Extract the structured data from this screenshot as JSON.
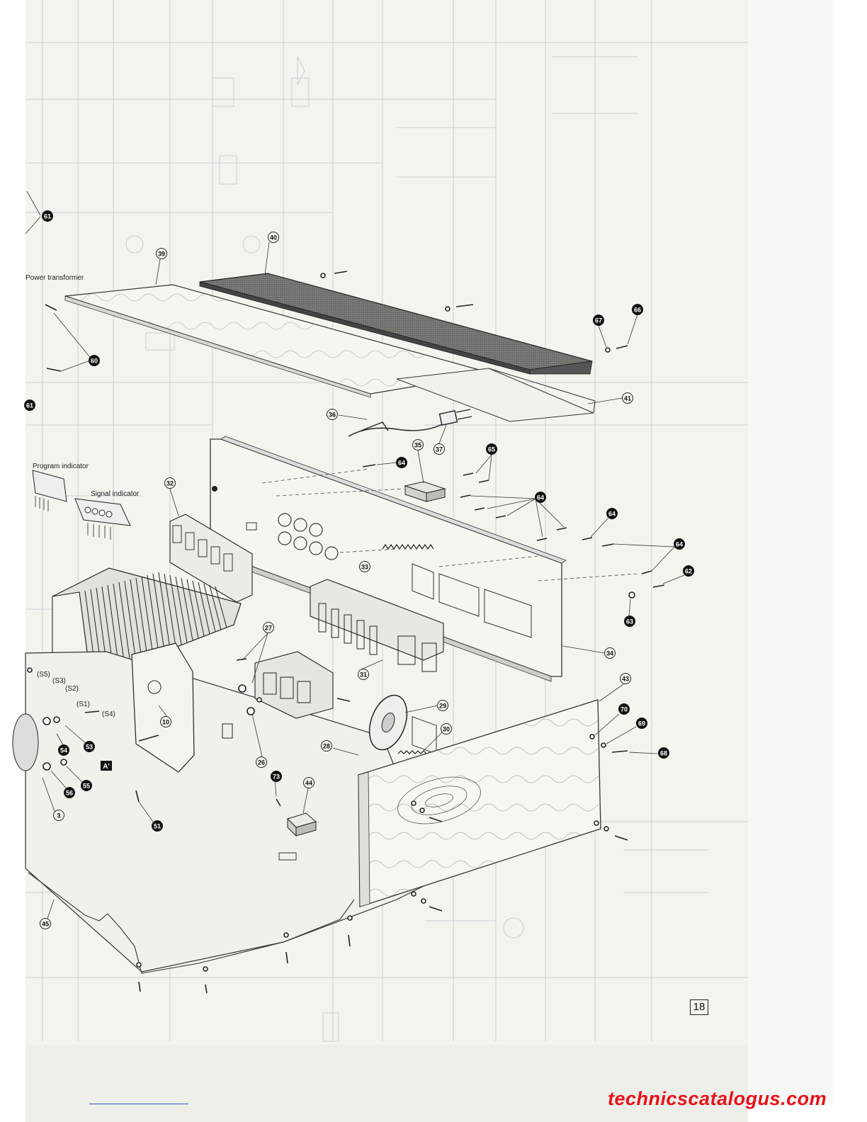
{
  "labels": {
    "power_transformer": "Power transformer",
    "program_indicator": "Program indicator",
    "signal_indicator": "Signal indicator"
  },
  "callouts": [
    {
      "id": "c61a",
      "text": "61",
      "filled": true
    },
    {
      "id": "c61b",
      "text": "61",
      "filled": true
    },
    {
      "id": "c60",
      "text": "60",
      "filled": true
    },
    {
      "id": "c39",
      "text": "39",
      "filled": false
    },
    {
      "id": "c40",
      "text": "40",
      "filled": false
    },
    {
      "id": "c67",
      "text": "67",
      "filled": true
    },
    {
      "id": "c66",
      "text": "66",
      "filled": true
    },
    {
      "id": "c41",
      "text": "41",
      "filled": false
    },
    {
      "id": "c36",
      "text": "36",
      "filled": false
    },
    {
      "id": "c37",
      "text": "37",
      "filled": false
    },
    {
      "id": "c35",
      "text": "35",
      "filled": false
    },
    {
      "id": "c65",
      "text": "65",
      "filled": true
    },
    {
      "id": "c64a",
      "text": "64",
      "filled": true
    },
    {
      "id": "c64b",
      "text": "64",
      "filled": true
    },
    {
      "id": "c64c",
      "text": "64",
      "filled": true
    },
    {
      "id": "c64d",
      "text": "64",
      "filled": true
    },
    {
      "id": "c32",
      "text": "32",
      "filled": false
    },
    {
      "id": "c33",
      "text": "33",
      "filled": false
    },
    {
      "id": "c62",
      "text": "62",
      "filled": true
    },
    {
      "id": "c63",
      "text": "63",
      "filled": true
    },
    {
      "id": "c34",
      "text": "34",
      "filled": false
    },
    {
      "id": "c31",
      "text": "31",
      "filled": false
    },
    {
      "id": "c27",
      "text": "27",
      "filled": false
    },
    {
      "id": "c43",
      "text": "43",
      "filled": false
    },
    {
      "id": "c29",
      "text": "29",
      "filled": false
    },
    {
      "id": "c70",
      "text": "70",
      "filled": true
    },
    {
      "id": "c69",
      "text": "69",
      "filled": true
    },
    {
      "id": "c30",
      "text": "30",
      "filled": false
    },
    {
      "id": "c68",
      "text": "68",
      "filled": true
    },
    {
      "id": "c10",
      "text": "10",
      "filled": false
    },
    {
      "id": "c28",
      "text": "28",
      "filled": false
    },
    {
      "id": "c26",
      "text": "26",
      "filled": false
    },
    {
      "id": "c54",
      "text": "54",
      "filled": true
    },
    {
      "id": "c53",
      "text": "53",
      "filled": true
    },
    {
      "id": "c55",
      "text": "55",
      "filled": true
    },
    {
      "id": "c56",
      "text": "56",
      "filled": true
    },
    {
      "id": "c3",
      "text": "3",
      "filled": false
    },
    {
      "id": "c73",
      "text": "73",
      "filled": true
    },
    {
      "id": "c44",
      "text": "44",
      "filled": false
    },
    {
      "id": "c51",
      "text": "51",
      "filled": true
    },
    {
      "id": "c45",
      "text": "45",
      "filled": false
    }
  ],
  "switch_labels": [
    "(S5)",
    "(S3)",
    "(S2)",
    "(S1)",
    "(S4)"
  ],
  "marker_a": "A'",
  "page_number": "18",
  "footer_link": "technicscatalogus.com"
}
